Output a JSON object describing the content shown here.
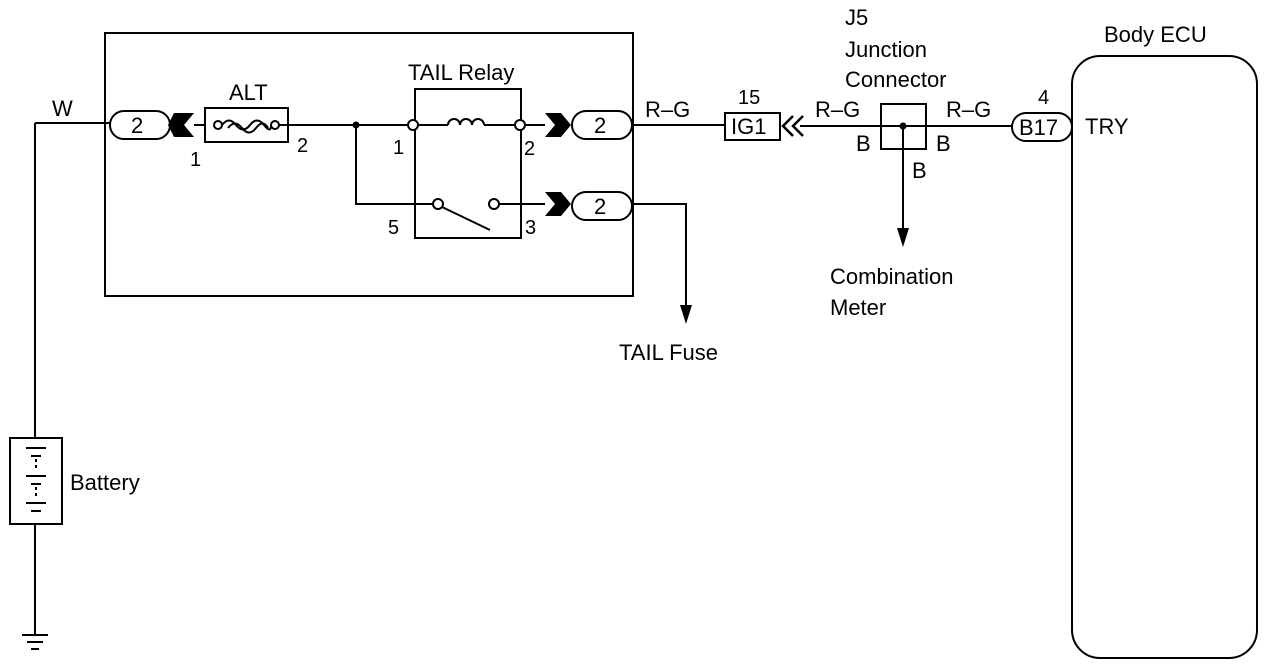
{
  "colors": {
    "ink": "#000000",
    "background": "#ffffff"
  },
  "labels": {
    "wire_w": "W",
    "alt": "ALT",
    "tail_relay": "TAIL Relay",
    "wire_rg_1": "R–G",
    "wire_rg_2": "R–G",
    "wire_rg_3": "R–G",
    "junction_id": "J5",
    "junction_line1": "Junction",
    "junction_line2": "Connector",
    "body_ecu": "Body ECU",
    "ig1": "IG1",
    "ig1_pin": "15",
    "b17": "B17",
    "b17_pin": "4",
    "try": "TRY",
    "j5_left": "B",
    "j5_right": "B",
    "j5_down": "B",
    "combination_line1": "Combination",
    "combination_line2": "Meter",
    "tail_fuse": "TAIL Fuse",
    "battery": "Battery"
  },
  "connectors": {
    "left": "2",
    "relay_out_top": "2",
    "relay_out_bottom": "2"
  },
  "pins": {
    "alt_in": "1",
    "alt_out": "2",
    "relay_1": "1",
    "relay_2": "2",
    "relay_3": "3",
    "relay_5": "5"
  },
  "icons": [
    "fuse-icon",
    "coil-icon",
    "switch-icon",
    "battery-icon",
    "ground-icon",
    "arrow-down-icon"
  ]
}
